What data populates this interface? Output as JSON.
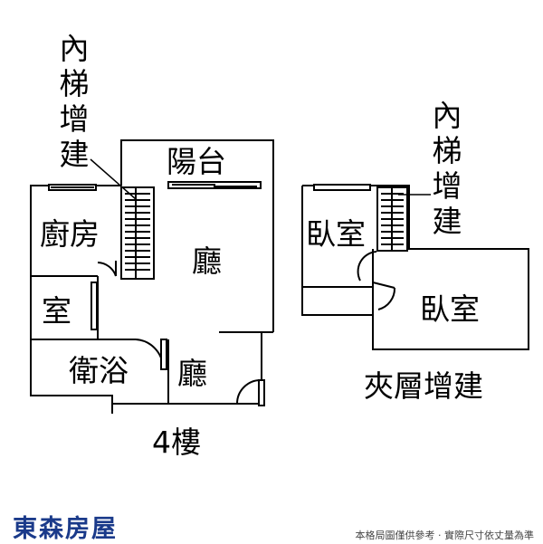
{
  "floor_4": {
    "caption": "4樓",
    "rooms": {
      "balcony": "陽台",
      "kitchen": "廚房",
      "room": "室",
      "bathroom": "衛浴",
      "hall_upper": "廳",
      "hall_lower": "廳"
    },
    "stair_label": "內梯增建"
  },
  "mezzanine": {
    "caption": "夾層增建",
    "rooms": {
      "bedroom_small": "臥室",
      "bedroom_large": "臥室"
    },
    "stair_label": "內梯增建"
  },
  "footer": {
    "brand": "東森房屋",
    "disclaimer": "本格局圖僅供參考 · 實際尺寸依丈量為準"
  },
  "colors": {
    "line": "#000000",
    "brand": "#1a3a8a",
    "background": "#ffffff"
  }
}
